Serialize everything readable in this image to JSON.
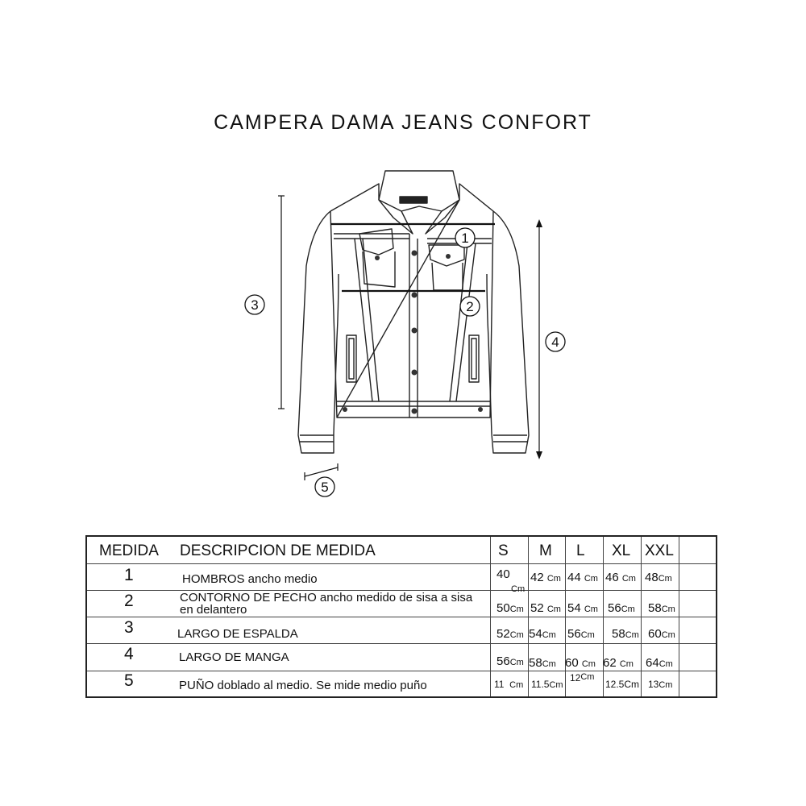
{
  "title": "CAMPERA DAMA JEANS CONFORT",
  "callouts": [
    "1",
    "2",
    "3",
    "4",
    "5"
  ],
  "table": {
    "headers": {
      "medida": "MEDIDA",
      "descripcion": "DESCRIPCION DE MEDIDA",
      "sizes": [
        "S",
        "M",
        "L",
        "XL",
        "XXL"
      ]
    },
    "rows": [
      {
        "num": "1",
        "desc": [
          "HOMBROS ancho medio"
        ],
        "values": [
          [
            "40",
            "Cm"
          ],
          [
            "42",
            "Cm"
          ],
          [
            "44",
            "Cm"
          ],
          [
            "46",
            "Cm"
          ],
          [
            "48",
            "Cm"
          ]
        ]
      },
      {
        "num": "2",
        "desc": [
          "CONTORNO DE PECHO ancho medido de sisa a sisa",
          "en delantero"
        ],
        "values": [
          [
            "50",
            "Cm"
          ],
          [
            "52",
            "Cm"
          ],
          [
            "54",
            "Cm"
          ],
          [
            "56",
            "Cm"
          ],
          [
            "58",
            "Cm"
          ]
        ]
      },
      {
        "num": "3",
        "desc": [
          "LARGO DE ESPALDA"
        ],
        "values": [
          [
            "52",
            "Cm"
          ],
          [
            "54",
            "Cm"
          ],
          [
            "56",
            "Cm"
          ],
          [
            "58",
            "Cm"
          ],
          [
            "60",
            "Cm"
          ]
        ]
      },
      {
        "num": "4",
        "desc": [
          "LARGO DE MANGA"
        ],
        "values": [
          [
            "56",
            "Cm"
          ],
          [
            "58",
            "Cm"
          ],
          [
            "60",
            "Cm"
          ],
          [
            "62",
            "Cm"
          ],
          [
            "64",
            "Cm"
          ]
        ]
      },
      {
        "num": "5",
        "desc": [
          "PUÑO doblado al medio. Se mide medio puño"
        ],
        "values": [
          [
            "11",
            "Cm"
          ],
          [
            "11.5",
            "Cm"
          ],
          [
            "12",
            "Cm"
          ],
          [
            "12.5",
            "Cm"
          ],
          [
            "13",
            "Cm"
          ]
        ]
      }
    ]
  }
}
